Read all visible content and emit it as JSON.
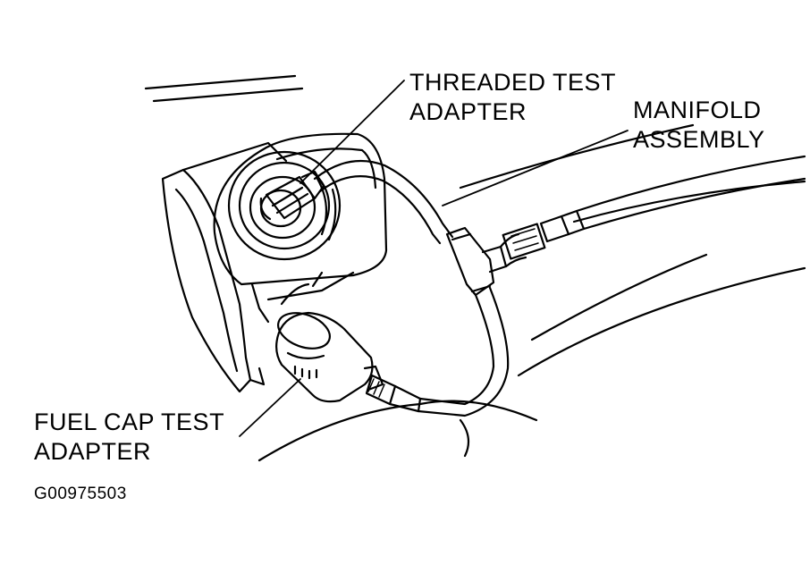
{
  "labels": {
    "threaded_test_adapter": [
      "THREADED TEST",
      "ADAPTER"
    ],
    "manifold_assembly": [
      "MANIFOLD",
      "ASSEMBLY"
    ],
    "fuel_cap_test_adapter": [
      "FUEL CAP TEST",
      "ADAPTER"
    ]
  },
  "figure_id": "G00975503",
  "colors": {
    "line": "#000000",
    "background": "#ffffff"
  }
}
